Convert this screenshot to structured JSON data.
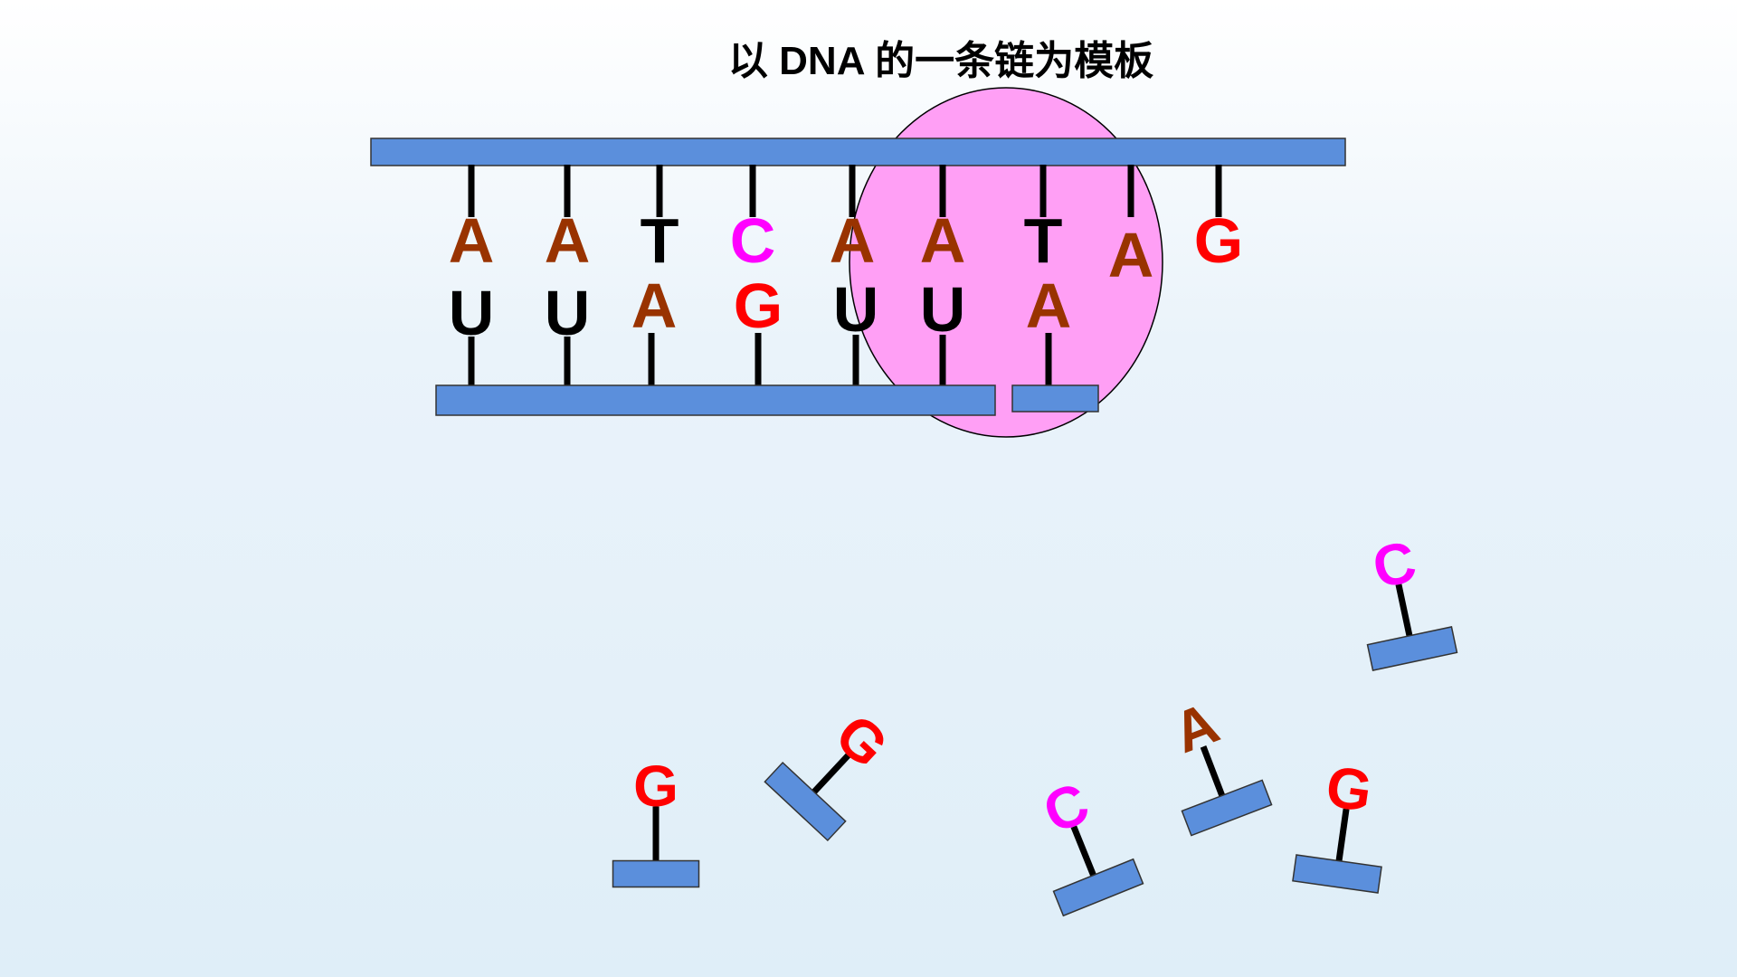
{
  "title": "以 DNA 的一条链为模板",
  "colors": {
    "backbone": "#5b8fdc",
    "backbone_stroke": "#1a1a1a",
    "rna_polymerase": "#ff9ff5",
    "A": "#993300",
    "T": "#000000",
    "U": "#000000",
    "C": "#ff00ff",
    "G": "#ff0000",
    "bond": "#000000"
  },
  "template_strand": {
    "bases": [
      "A",
      "A",
      "T",
      "C",
      "A",
      "A",
      "T",
      "A",
      "G"
    ]
  },
  "rna_strand": {
    "bases": [
      "U",
      "U",
      "A",
      "G",
      "U",
      "U",
      "A"
    ]
  },
  "free_nucleotides": [
    {
      "base": "G"
    },
    {
      "base": "G"
    },
    {
      "base": "C"
    },
    {
      "base": "A"
    },
    {
      "base": "G"
    },
    {
      "base": "C"
    }
  ]
}
